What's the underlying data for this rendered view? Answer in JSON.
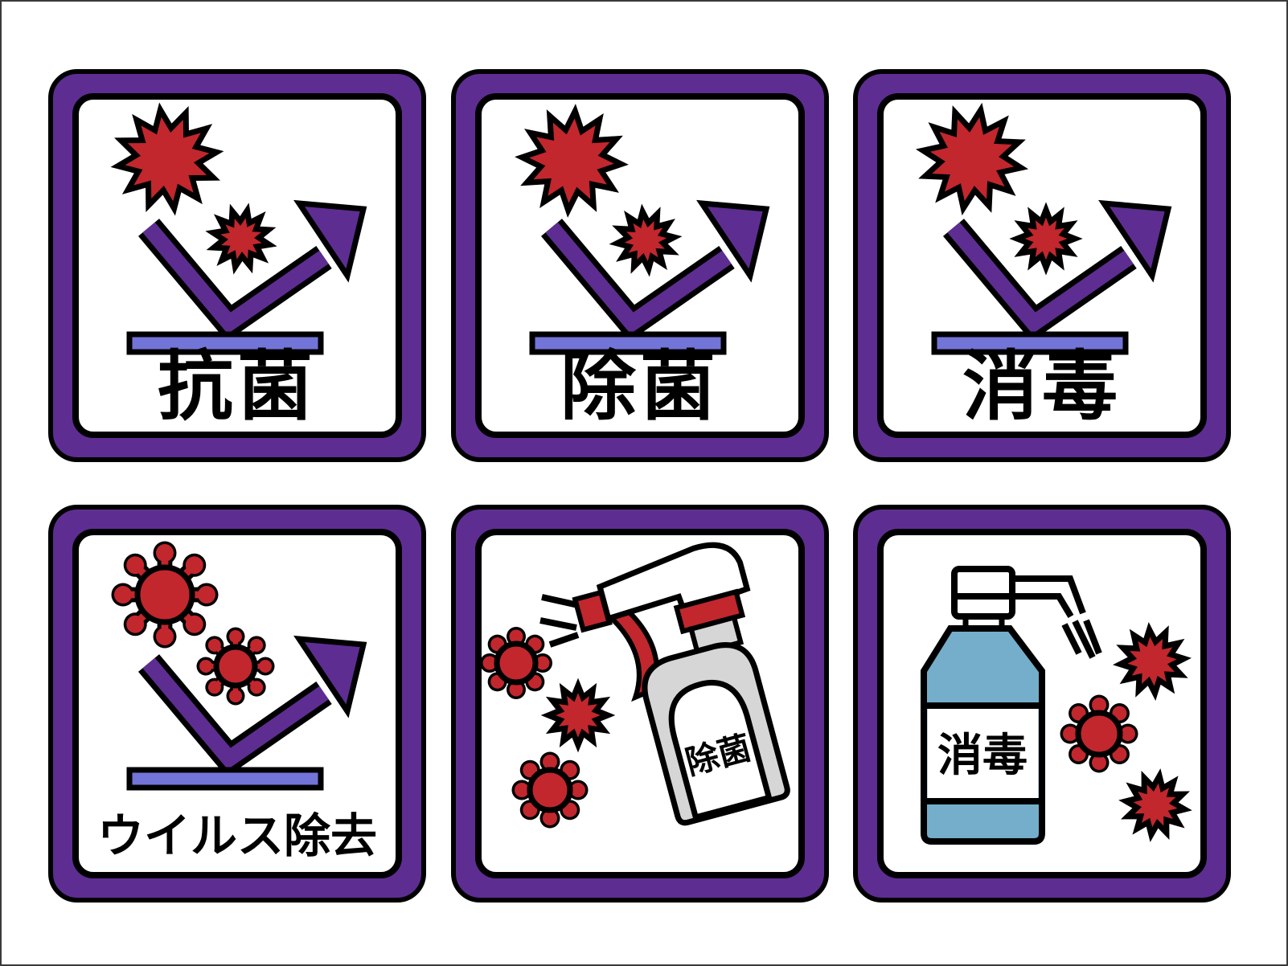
{
  "colors": {
    "purple": "#5e2d91",
    "red": "#c1272d",
    "periwinkle": "#7374d8",
    "bottle_blue": "#74aecb",
    "gray": "#d6d6d6",
    "black": "#000000",
    "white": "#ffffff"
  },
  "cards": [
    {
      "label": "抗菌",
      "germ_style": "starburst"
    },
    {
      "label": "除菌",
      "germ_style": "starburst"
    },
    {
      "label": "消毒",
      "germ_style": "starburst"
    },
    {
      "label": "ウイルス除去",
      "germ_style": "virus"
    },
    {
      "bottle_label": "除菌",
      "bottle_style": "trigger-spray"
    },
    {
      "bottle_label": "消毒",
      "bottle_style": "pump"
    }
  ]
}
